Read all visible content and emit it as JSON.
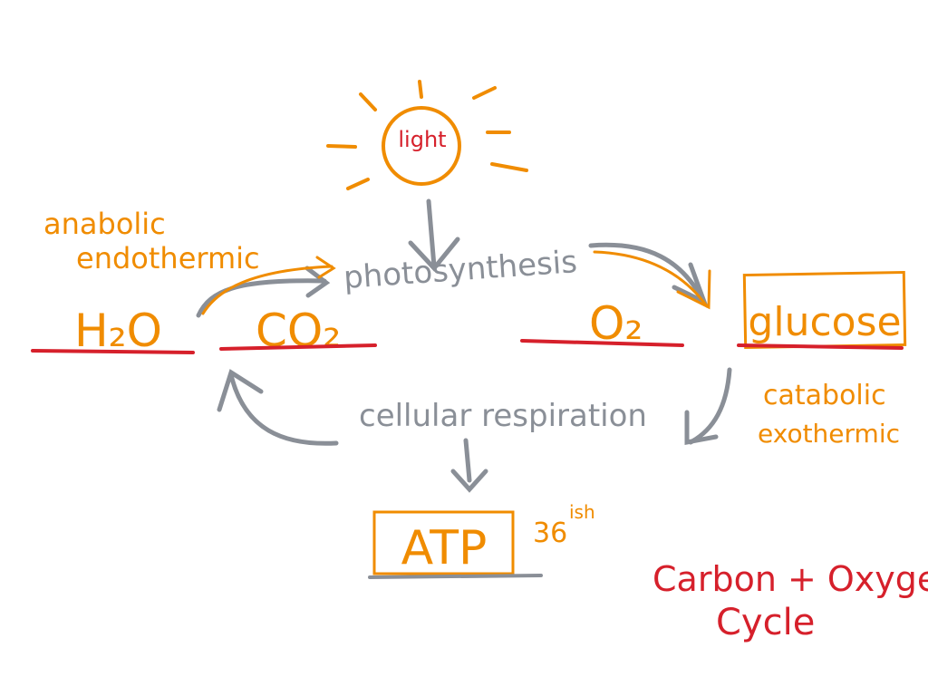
{
  "colors": {
    "orange": "#f08c00",
    "red": "#d6202b",
    "gray": "#8a8f97",
    "background": "#ffffff"
  },
  "sun": {
    "label": "light",
    "icon": "sun-icon"
  },
  "processes": {
    "photosynthesis": "photosynthesis",
    "respiration": "cellular respiration"
  },
  "molecules": {
    "water": "H₂O",
    "carbon_dioxide": "CO₂",
    "oxygen": "O₂",
    "glucose": "glucose",
    "atp": "ATP"
  },
  "annotations": {
    "anabolic": "anabolic",
    "endothermic": "endothermic",
    "catabolic": "catabolic",
    "exothermic": "exothermic",
    "atp_count": "36",
    "atp_count_suffix": "ish"
  },
  "title": {
    "line1": "Carbon + Oxygen",
    "line2": "Cycle"
  }
}
